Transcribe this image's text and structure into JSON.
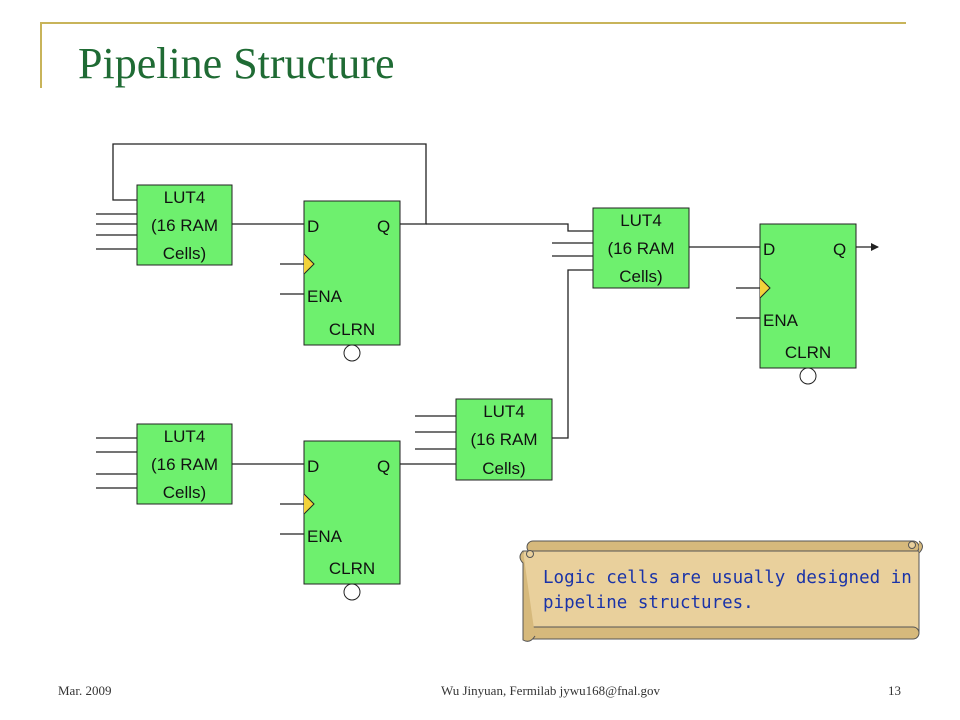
{
  "slide": {
    "title": "Pipeline Structure",
    "footer": {
      "date": "Mar. 2009",
      "author": "Wu Jinyuan, Fermilab jywu168@fnal.gov",
      "page": "13"
    },
    "note": "Logic cells are usually designed in pipeline structures."
  },
  "diagram": {
    "luts": [
      {
        "lines": [
          "LUT4",
          "(16 RAM",
          "Cells)"
        ]
      },
      {
        "lines": [
          "LUT4",
          "(16 RAM",
          "Cells)"
        ]
      },
      {
        "lines": [
          "LUT4",
          "(16 RAM",
          "Cells)"
        ]
      },
      {
        "lines": [
          "LUT4",
          "(16 RAM",
          "Cells)"
        ]
      }
    ],
    "flipflops": [
      {
        "d": "D",
        "q": "Q",
        "ena": "ENA",
        "clrn": "CLRN"
      },
      {
        "d": "D",
        "q": "Q",
        "ena": "ENA",
        "clrn": "CLRN"
      },
      {
        "d": "D",
        "q": "Q",
        "ena": "ENA",
        "clrn": "CLRN"
      }
    ],
    "colors": {
      "block_fill": "#6ef06e",
      "clock_marker": "#f2d23a",
      "wire": "#222222",
      "title": "#1f6b34",
      "accent_line": "#c8b45a",
      "scroll_fill": "#e9d09c",
      "scroll_text": "#1a33a8"
    }
  }
}
